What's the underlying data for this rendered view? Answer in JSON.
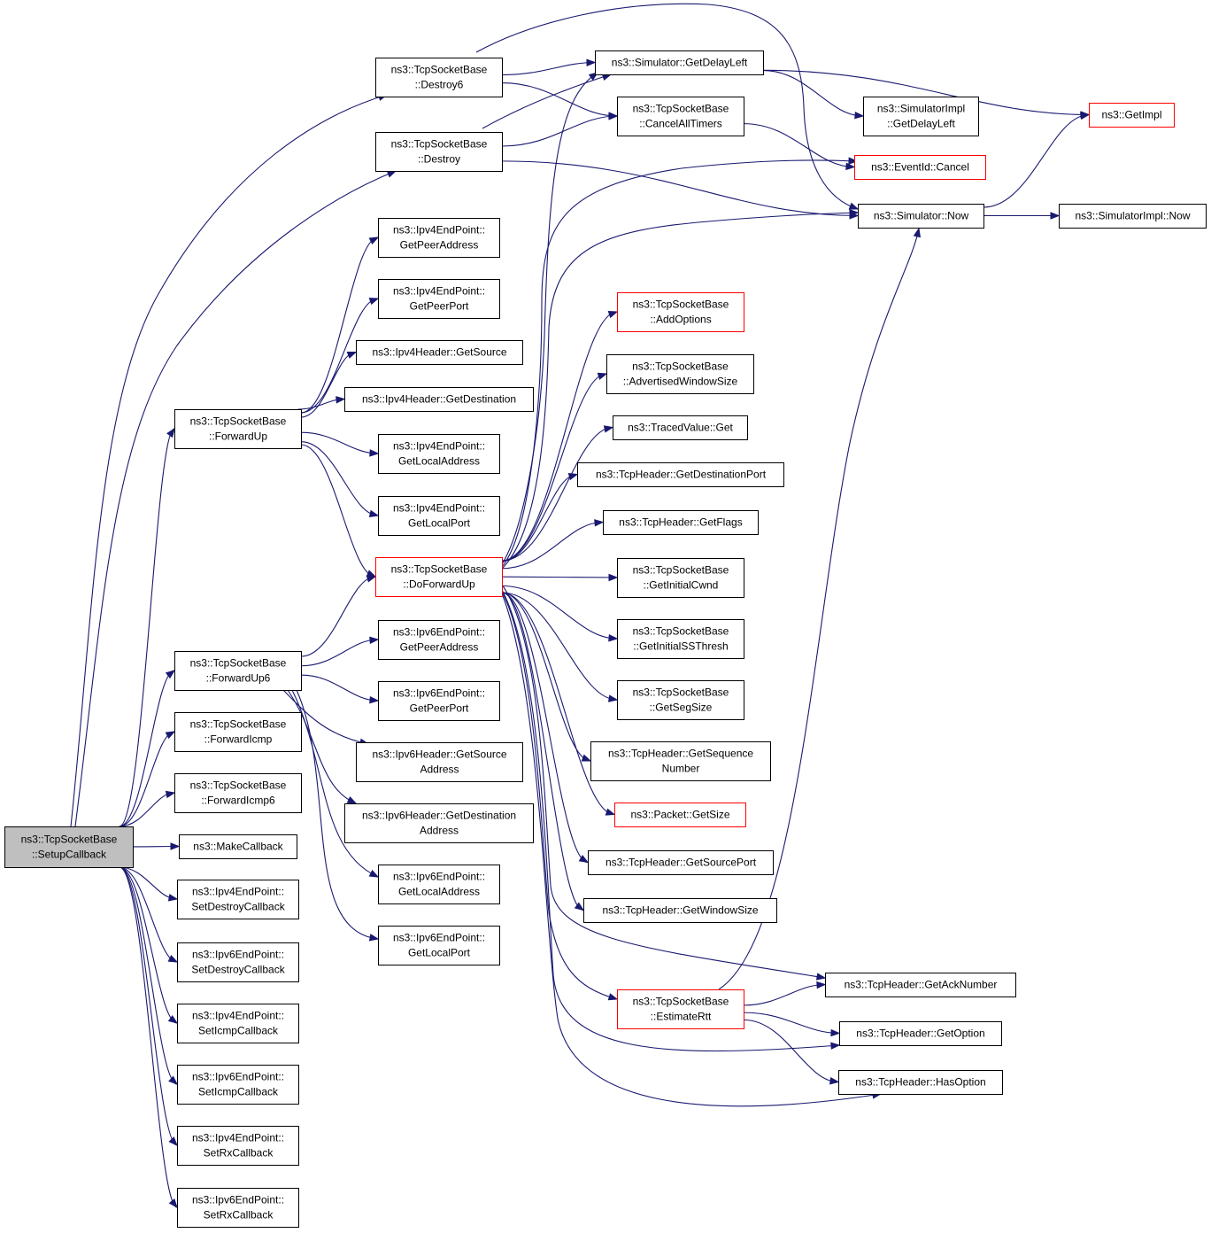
{
  "colors": {
    "edge": "#191970",
    "node_border": "#000000",
    "node_border_incomplete": "#ff0000",
    "root_fill": "#bfbfbf"
  },
  "nodes": [
    {
      "id": "setup",
      "lines": [
        "ns3::TcpSocketBase",
        "::SetupCallback"
      ],
      "style": "root"
    },
    {
      "id": "destroy6",
      "lines": [
        "ns3::TcpSocketBase",
        "::Destroy6"
      ],
      "style": "normal"
    },
    {
      "id": "destroy",
      "lines": [
        "ns3::TcpSocketBase",
        "::Destroy"
      ],
      "style": "normal"
    },
    {
      "id": "fwdup",
      "lines": [
        "ns3::TcpSocketBase",
        "::ForwardUp"
      ],
      "style": "normal"
    },
    {
      "id": "fwdup6",
      "lines": [
        "ns3::TcpSocketBase",
        "::ForwardUp6"
      ],
      "style": "normal"
    },
    {
      "id": "fwdicmp",
      "lines": [
        "ns3::TcpSocketBase",
        "::ForwardIcmp"
      ],
      "style": "normal"
    },
    {
      "id": "fwdicmp6",
      "lines": [
        "ns3::TcpSocketBase",
        "::ForwardIcmp6"
      ],
      "style": "normal"
    },
    {
      "id": "makecb",
      "lines": [
        "ns3::MakeCallback"
      ],
      "style": "normal"
    },
    {
      "id": "v4setdestroy",
      "lines": [
        "ns3::Ipv4EndPoint::",
        "SetDestroyCallback"
      ],
      "style": "normal"
    },
    {
      "id": "v6setdestroy",
      "lines": [
        "ns3::Ipv6EndPoint::",
        "SetDestroyCallback"
      ],
      "style": "normal"
    },
    {
      "id": "v4seticmp",
      "lines": [
        "ns3::Ipv4EndPoint::",
        "SetIcmpCallback"
      ],
      "style": "normal"
    },
    {
      "id": "v6seticmp",
      "lines": [
        "ns3::Ipv6EndPoint::",
        "SetIcmpCallback"
      ],
      "style": "normal"
    },
    {
      "id": "v4setrx",
      "lines": [
        "ns3::Ipv4EndPoint::",
        "SetRxCallback"
      ],
      "style": "normal"
    },
    {
      "id": "v6setrx",
      "lines": [
        "ns3::Ipv6EndPoint::",
        "SetRxCallback"
      ],
      "style": "normal"
    },
    {
      "id": "v4peeraddr",
      "lines": [
        "ns3::Ipv4EndPoint::",
        "GetPeerAddress"
      ],
      "style": "normal"
    },
    {
      "id": "v4peerport",
      "lines": [
        "ns3::Ipv4EndPoint::",
        "GetPeerPort"
      ],
      "style": "normal"
    },
    {
      "id": "v4hsrc",
      "lines": [
        "ns3::Ipv4Header::GetSource"
      ],
      "style": "normal"
    },
    {
      "id": "v4hdst",
      "lines": [
        "ns3::Ipv4Header::GetDestination"
      ],
      "style": "normal"
    },
    {
      "id": "v4localaddr",
      "lines": [
        "ns3::Ipv4EndPoint::",
        "GetLocalAddress"
      ],
      "style": "normal"
    },
    {
      "id": "v4localport",
      "lines": [
        "ns3::Ipv4EndPoint::",
        "GetLocalPort"
      ],
      "style": "normal"
    },
    {
      "id": "doforward",
      "lines": [
        "ns3::TcpSocketBase",
        "::DoForwardUp"
      ],
      "style": "red"
    },
    {
      "id": "v6peeraddr",
      "lines": [
        "ns3::Ipv6EndPoint::",
        "GetPeerAddress"
      ],
      "style": "normal"
    },
    {
      "id": "v6peerport",
      "lines": [
        "ns3::Ipv6EndPoint::",
        "GetPeerPort"
      ],
      "style": "normal"
    },
    {
      "id": "v6hsrc",
      "lines": [
        "ns3::Ipv6Header::GetSource",
        "Address"
      ],
      "style": "normal"
    },
    {
      "id": "v6hdst",
      "lines": [
        "ns3::Ipv6Header::GetDestination",
        "Address"
      ],
      "style": "normal"
    },
    {
      "id": "v6localaddr",
      "lines": [
        "ns3::Ipv6EndPoint::",
        "GetLocalAddress"
      ],
      "style": "normal"
    },
    {
      "id": "v6localport",
      "lines": [
        "ns3::Ipv6EndPoint::",
        "GetLocalPort"
      ],
      "style": "normal"
    },
    {
      "id": "simdelay",
      "lines": [
        "ns3::Simulator::GetDelayLeft"
      ],
      "style": "normal"
    },
    {
      "id": "cancelall",
      "lines": [
        "ns3::TcpSocketBase",
        "::CancelAllTimers"
      ],
      "style": "normal"
    },
    {
      "id": "addopts",
      "lines": [
        "ns3::TcpSocketBase",
        "::AddOptions"
      ],
      "style": "red"
    },
    {
      "id": "advwin",
      "lines": [
        "ns3::TcpSocketBase",
        "::AdvertisedWindowSize"
      ],
      "style": "normal"
    },
    {
      "id": "tracedget",
      "lines": [
        "ns3::TracedValue::Get"
      ],
      "style": "normal"
    },
    {
      "id": "getdstport",
      "lines": [
        "ns3::TcpHeader::GetDestinationPort"
      ],
      "style": "normal"
    },
    {
      "id": "getflags",
      "lines": [
        "ns3::TcpHeader::GetFlags"
      ],
      "style": "normal"
    },
    {
      "id": "initcwnd",
      "lines": [
        "ns3::TcpSocketBase",
        "::GetInitialCwnd"
      ],
      "style": "normal"
    },
    {
      "id": "initss",
      "lines": [
        "ns3::TcpSocketBase",
        "::GetInitialSSThresh"
      ],
      "style": "normal"
    },
    {
      "id": "segsize",
      "lines": [
        "ns3::TcpSocketBase",
        "::GetSegSize"
      ],
      "style": "normal"
    },
    {
      "id": "seqnum",
      "lines": [
        "ns3::TcpHeader::GetSequence",
        "Number"
      ],
      "style": "normal"
    },
    {
      "id": "pktsize",
      "lines": [
        "ns3::Packet::GetSize"
      ],
      "style": "red"
    },
    {
      "id": "srcport",
      "lines": [
        "ns3::TcpHeader::GetSourcePort"
      ],
      "style": "normal"
    },
    {
      "id": "winsize",
      "lines": [
        "ns3::TcpHeader::GetWindowSize"
      ],
      "style": "normal"
    },
    {
      "id": "estrtt",
      "lines": [
        "ns3::TcpSocketBase",
        "::EstimateRtt"
      ],
      "style": "red"
    },
    {
      "id": "implDelay",
      "lines": [
        "ns3::SimulatorImpl",
        "::GetDelayLeft"
      ],
      "style": "normal"
    },
    {
      "id": "evcancel",
      "lines": [
        "ns3::EventId::Cancel"
      ],
      "style": "red"
    },
    {
      "id": "simnow",
      "lines": [
        "ns3::Simulator::Now"
      ],
      "style": "normal"
    },
    {
      "id": "ackno",
      "lines": [
        "ns3::TcpHeader::GetAckNumber"
      ],
      "style": "normal"
    },
    {
      "id": "getopt",
      "lines": [
        "ns3::TcpHeader::GetOption"
      ],
      "style": "normal"
    },
    {
      "id": "hasopt",
      "lines": [
        "ns3::TcpHeader::HasOption"
      ],
      "style": "normal"
    },
    {
      "id": "getimpl",
      "lines": [
        "ns3::GetImpl"
      ],
      "style": "red"
    },
    {
      "id": "implnow",
      "lines": [
        "ns3::SimulatorImpl::Now"
      ],
      "style": "normal"
    }
  ],
  "edges": [
    [
      "setup",
      "destroy6"
    ],
    [
      "setup",
      "destroy"
    ],
    [
      "setup",
      "fwdup"
    ],
    [
      "setup",
      "fwdup6"
    ],
    [
      "setup",
      "fwdicmp"
    ],
    [
      "setup",
      "fwdicmp6"
    ],
    [
      "setup",
      "makecb"
    ],
    [
      "setup",
      "v4setdestroy"
    ],
    [
      "setup",
      "v6setdestroy"
    ],
    [
      "setup",
      "v4seticmp"
    ],
    [
      "setup",
      "v6seticmp"
    ],
    [
      "setup",
      "v4setrx"
    ],
    [
      "setup",
      "v6setrx"
    ],
    [
      "destroy6",
      "simdelay"
    ],
    [
      "destroy6",
      "cancelall"
    ],
    [
      "destroy6",
      "simnow"
    ],
    [
      "destroy",
      "simdelay"
    ],
    [
      "destroy",
      "cancelall"
    ],
    [
      "destroy",
      "simnow"
    ],
    [
      "fwdup",
      "v4peeraddr"
    ],
    [
      "fwdup",
      "v4peerport"
    ],
    [
      "fwdup",
      "v4hsrc"
    ],
    [
      "fwdup",
      "v4hdst"
    ],
    [
      "fwdup",
      "v4localaddr"
    ],
    [
      "fwdup",
      "v4localport"
    ],
    [
      "fwdup",
      "doforward"
    ],
    [
      "fwdup6",
      "doforward"
    ],
    [
      "fwdup6",
      "v6peeraddr"
    ],
    [
      "fwdup6",
      "v6peerport"
    ],
    [
      "fwdup6",
      "v6hsrc"
    ],
    [
      "fwdup6",
      "v6hdst"
    ],
    [
      "fwdup6",
      "v6localaddr"
    ],
    [
      "fwdup6",
      "v6localport"
    ],
    [
      "doforward",
      "simdelay"
    ],
    [
      "doforward",
      "evcancel"
    ],
    [
      "doforward",
      "simnow"
    ],
    [
      "doforward",
      "addopts"
    ],
    [
      "doforward",
      "advwin"
    ],
    [
      "doforward",
      "tracedget"
    ],
    [
      "doforward",
      "getdstport"
    ],
    [
      "doforward",
      "getflags"
    ],
    [
      "doforward",
      "initcwnd"
    ],
    [
      "doforward",
      "initss"
    ],
    [
      "doforward",
      "segsize"
    ],
    [
      "doforward",
      "seqnum"
    ],
    [
      "doforward",
      "pktsize"
    ],
    [
      "doforward",
      "srcport"
    ],
    [
      "doforward",
      "winsize"
    ],
    [
      "doforward",
      "estrtt"
    ],
    [
      "doforward",
      "ackno"
    ],
    [
      "doforward",
      "getopt"
    ],
    [
      "doforward",
      "hasopt"
    ],
    [
      "simdelay",
      "implDelay"
    ],
    [
      "simdelay",
      "getimpl"
    ],
    [
      "cancelall",
      "evcancel"
    ],
    [
      "simnow",
      "getimpl"
    ],
    [
      "simnow",
      "implnow"
    ],
    [
      "estrtt",
      "simnow"
    ],
    [
      "estrtt",
      "ackno"
    ],
    [
      "estrtt",
      "getopt"
    ],
    [
      "estrtt",
      "hasopt"
    ]
  ]
}
